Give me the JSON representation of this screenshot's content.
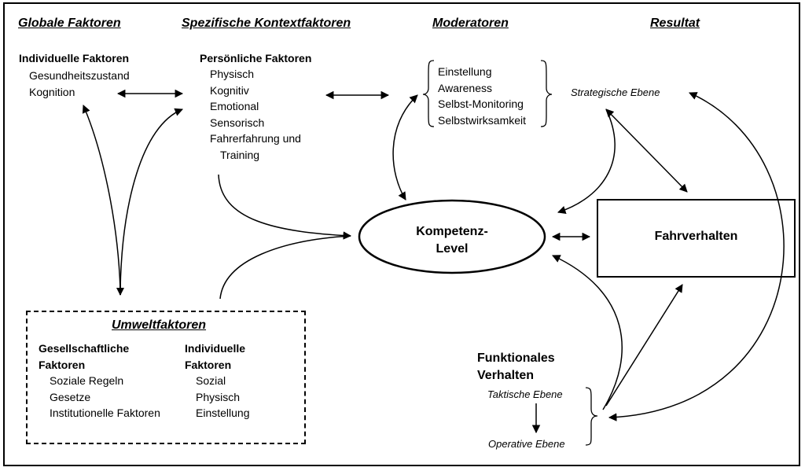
{
  "headers": {
    "global": "Globale Faktoren",
    "specific": "Spezifische Kontextfaktoren",
    "moderators": "Moderatoren",
    "result": "Resultat"
  },
  "individual_factors": {
    "title": "Individuelle Faktoren",
    "items": [
      "Gesundheitszustand",
      "Kognition"
    ]
  },
  "personal_factors": {
    "title": "Persönliche Faktoren",
    "items": [
      "Physisch",
      "Kognitiv",
      "Emotional",
      "Sensorisch",
      "Fahrerfahrung und",
      "Training"
    ]
  },
  "moderators": {
    "items": [
      "Einstellung",
      "Awareness",
      "Selbst-Monitoring",
      "Selbstwirksamkeit"
    ]
  },
  "strategic_level": "Strategische Ebene",
  "competence": {
    "line1": "Kompetenz-",
    "line2": "Level"
  },
  "driving_behavior": "Fahrverhalten",
  "environment": {
    "title": "Umweltfaktoren",
    "societal": {
      "title_line1": "Gesellschaftliche",
      "title_line2": "Faktoren",
      "items": [
        "Soziale Regeln",
        "Gesetze",
        "Institutionelle Faktoren"
      ]
    },
    "individual": {
      "title_line1": "Individuelle",
      "title_line2": "Faktoren",
      "items": [
        "Sozial",
        "Physisch",
        "Einstellung"
      ]
    }
  },
  "functional": {
    "title_line1": "Funktionales",
    "title_line2": "Verhalten",
    "tactical": "Taktische Ebene",
    "operative": "Operative Ebene"
  }
}
